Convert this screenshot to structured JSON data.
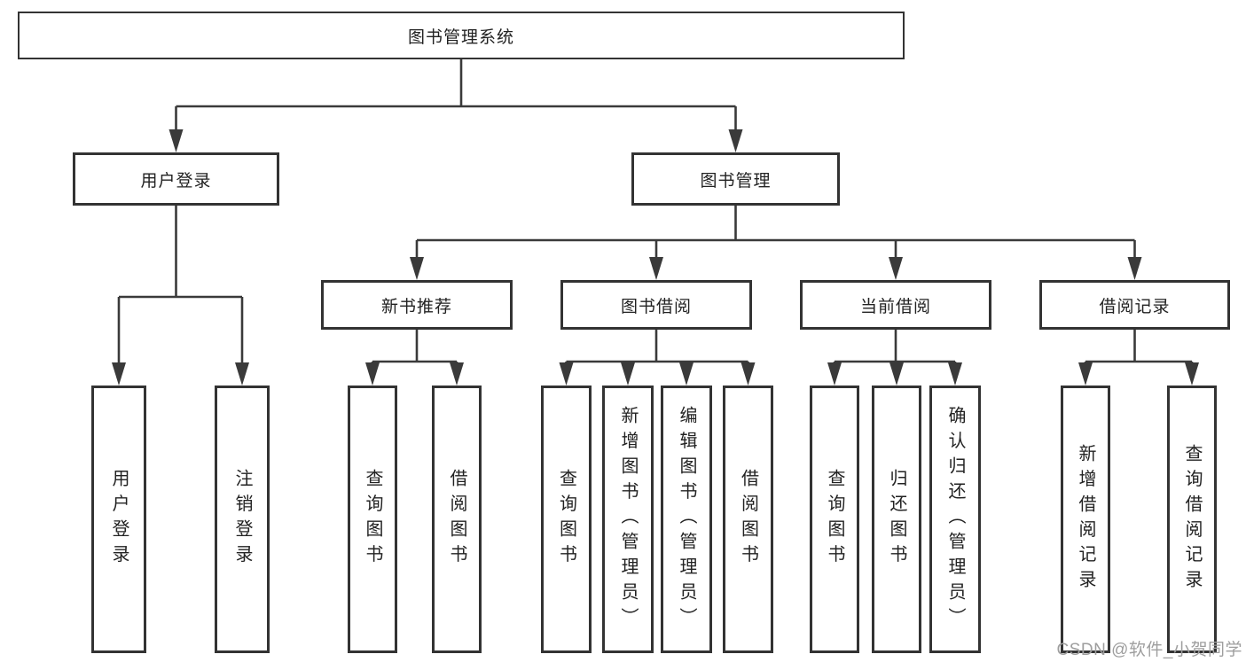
{
  "diagram": {
    "root": {
      "label": "图书管理系统"
    },
    "level2": {
      "user_login": {
        "label": "用户登录"
      },
      "book_mgmt": {
        "label": "图书管理"
      }
    },
    "level3": {
      "new_book_rec": {
        "label": "新书推荐"
      },
      "book_borrow": {
        "label": "图书借阅"
      },
      "current_borrow": {
        "label": "当前借阅"
      },
      "borrow_record": {
        "label": "借阅记录"
      }
    },
    "leaves": {
      "user_login_leaf": "用户登录",
      "logout_leaf": "注销登录",
      "rec_query_books": "查询图书",
      "rec_borrow_books": "借阅图书",
      "bb_query_books": "查询图书",
      "bb_add_books": "新增图书（管理员）",
      "bb_edit_books": "编辑图书（管理员）",
      "bb_borrow_books": "借阅图书",
      "cb_query_books": "查询图书",
      "cb_return_books": "归还图书",
      "cb_confirm_return": "确认归还（管理员）",
      "br_add_record": "新增借阅记录",
      "br_query_record": "查询借阅记录"
    }
  },
  "watermark": "CSDN @软件_小贺同学",
  "colors": {
    "line": "#3a3a3a",
    "box_border": "#333333",
    "text": "#222222",
    "watermark": "#9e9e9e",
    "background": "#ffffff"
  }
}
